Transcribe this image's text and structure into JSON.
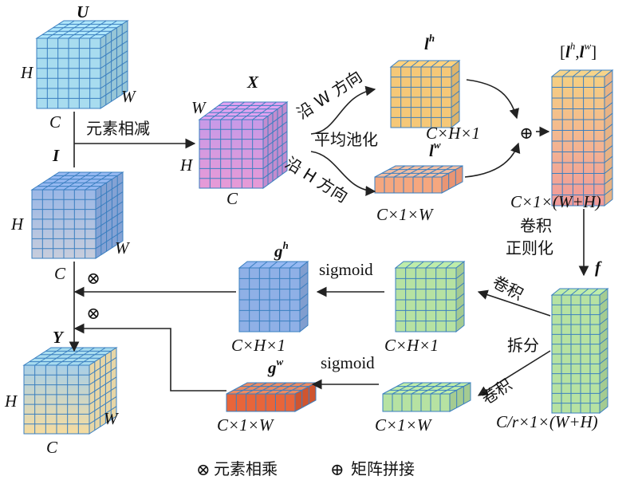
{
  "labels": {
    "U": "U",
    "X": "X",
    "I": "I",
    "Y": "Y",
    "f": "f",
    "lh": "l",
    "lh_sup": "h",
    "lw": "l",
    "lw_sup": "w",
    "gh": "g",
    "gh_sup": "h",
    "gw": "g",
    "gw_sup": "w",
    "concat_open": "[",
    "concat_l1": "l",
    "concat_sup1": "h",
    "concat_comma": ",",
    "concat_l2": "l",
    "concat_sup2": "w",
    "concat_close": "]"
  },
  "dims": {
    "U_H": "H",
    "U_W": "W",
    "U_C": "C",
    "X_W": "W",
    "X_H": "H",
    "X_C": "C",
    "I_H": "H",
    "I_W": "W",
    "I_C": "C",
    "Y_H": "H",
    "Y_W": "W",
    "Y_C": "C",
    "lh_dim": "C×H×1",
    "lw_dim": "C×1×W",
    "concat_dim": "C×1×(W+H)",
    "f_dim": "C/r×1×(W+H)",
    "gh_green_dim": "C×H×1",
    "gw_green_dim": "C×1×W",
    "gh_dim": "C×H×1",
    "gw_dim": "C×1×W"
  },
  "text": {
    "subtract": "元素相减",
    "along_w": "沿 W 方向",
    "avg_pool": "平均池化",
    "along_h": "沿 H 方向",
    "conv_norm_1": "卷积",
    "conv_norm_2": "正则化",
    "conv_top": "卷积",
    "split": "拆分",
    "conv_bottom": "卷积",
    "sigmoid_top": "sigmoid",
    "sigmoid_bottom": "sigmoid",
    "otimes1": "⊗",
    "otimes2": "⊗",
    "oplus": "⊕"
  },
  "legend": {
    "multiply_symbol": "⊗",
    "multiply_label": "元素相乘",
    "concat_symbol": "⊕",
    "concat_label": "矩阵拼接"
  },
  "colors": {
    "cyan": "#a8dcef",
    "purple": "#d79be6",
    "blue": "#8fb0e6",
    "orange": "#f5c878",
    "green": "#b6e2a2",
    "red": "#e8653a",
    "grid": "#3a7fc0",
    "arrow": "#222222"
  }
}
